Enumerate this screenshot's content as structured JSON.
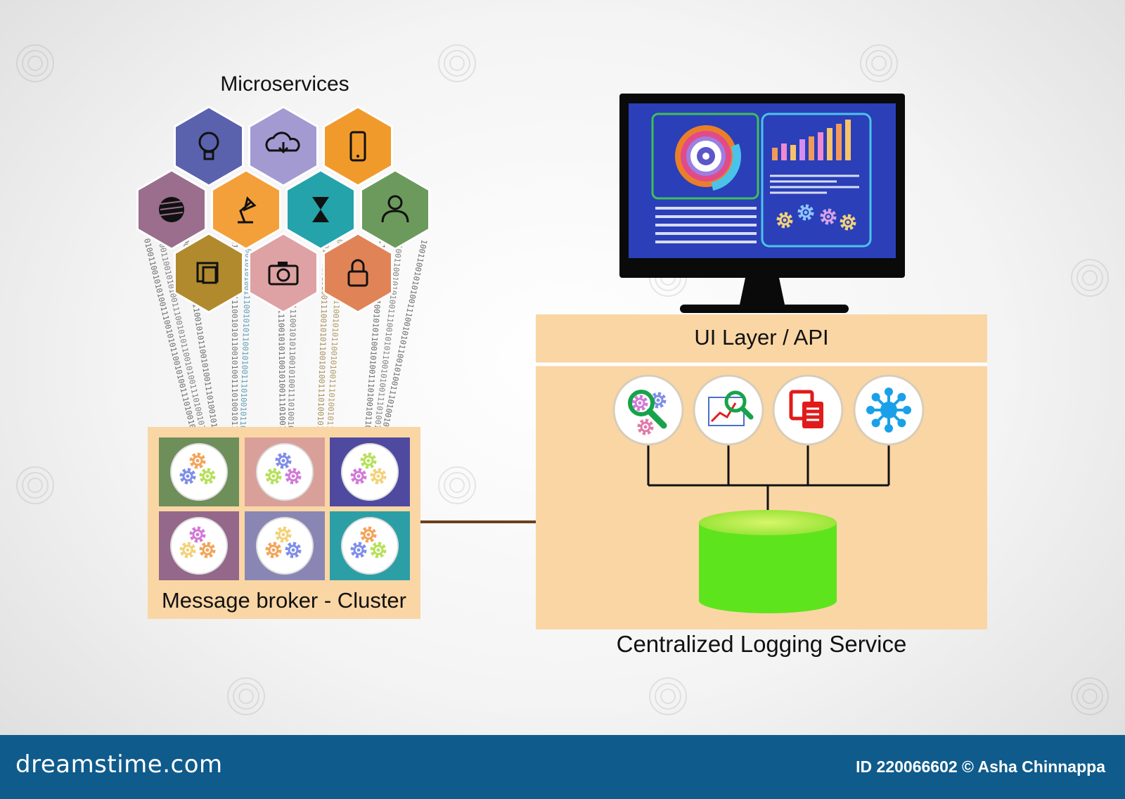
{
  "labels": {
    "microservices": "Microservices",
    "ui_layer": "UI Layer / API",
    "message_broker": "Message broker - Cluster",
    "logging_service": "Centralized Logging Service"
  },
  "footer": {
    "brand": "dreamstime.com",
    "credit": "ID 220066602 © Asha Chinnappa"
  },
  "binary_text": "0100110010101001110010101100101001110100101100",
  "hexagons": [
    {
      "icon": "lightbulb-icon",
      "color": "#5a62ad"
    },
    {
      "icon": "cloud-download-icon",
      "color": "#a49ad2"
    },
    {
      "icon": "smartphone-icon",
      "color": "#f19a2c"
    },
    {
      "icon": "globe-icon",
      "color": "#9a6e8c"
    },
    {
      "icon": "desk-lamp-icon",
      "color": "#f4a03a"
    },
    {
      "icon": "hourglass-icon",
      "color": "#24a3ab"
    },
    {
      "icon": "user-icon",
      "color": "#6c9a5c"
    },
    {
      "icon": "document-icon",
      "color": "#b18a2e"
    },
    {
      "icon": "camera-icon",
      "color": "#dea2a4"
    },
    {
      "icon": "padlock-icon",
      "color": "#e08458"
    }
  ],
  "broker_tiles": [
    {
      "color": "#6e8e5a"
    },
    {
      "color": "#d9a09a"
    },
    {
      "color": "#4f4aa0"
    },
    {
      "color": "#94688a"
    },
    {
      "color": "#8a86b4"
    },
    {
      "color": "#2c9fa6"
    }
  ],
  "logging_icons": [
    {
      "icon": "search-gears-icon"
    },
    {
      "icon": "analytics-chart-icon"
    },
    {
      "icon": "copy-documents-icon"
    },
    {
      "icon": "network-hub-icon"
    }
  ],
  "colors": {
    "panel": "#fad6a5",
    "database": "#5ee41c",
    "screen": "#2a3fb8",
    "footer": "#0f5b8c"
  }
}
